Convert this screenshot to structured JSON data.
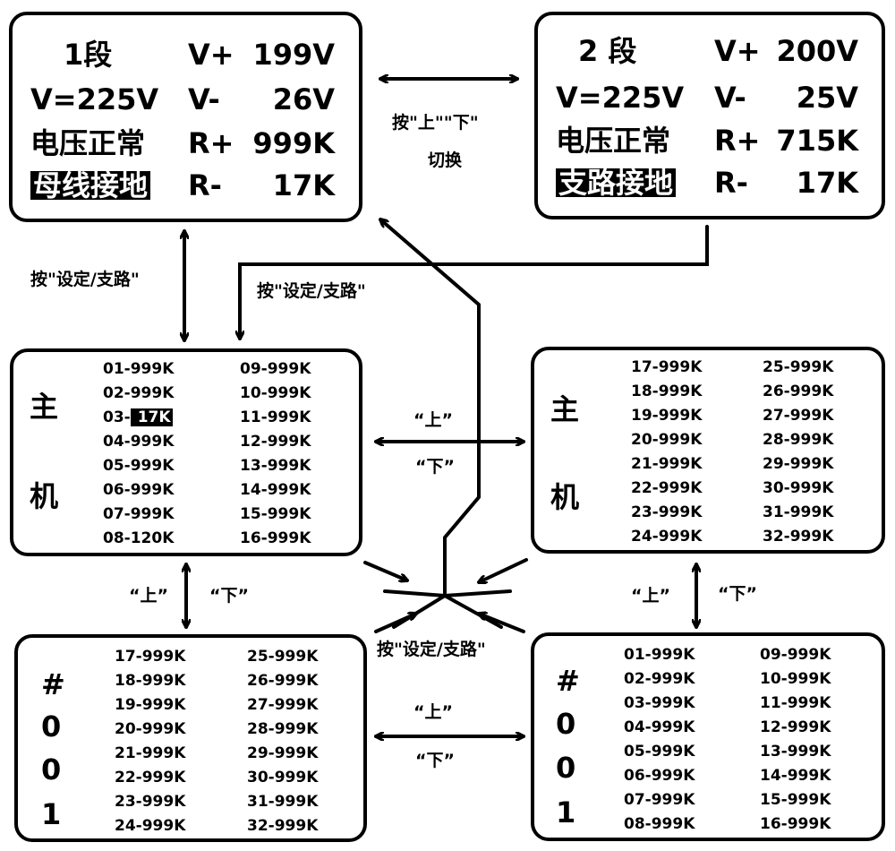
{
  "status_left": {
    "segment": "1段",
    "voltage": "V=225V",
    "state": "电压正常",
    "ground": "母线接地",
    "labels": [
      "V+",
      "V-",
      "R+",
      "R-"
    ],
    "values": [
      "199V",
      "26V",
      "999K",
      "17K"
    ]
  },
  "status_right": {
    "segment": "2 段",
    "voltage": "V=225V",
    "state": "电压正常",
    "ground": "支路接地",
    "labels": [
      "V+",
      "V-",
      "R+",
      "R-"
    ],
    "values": [
      "200V",
      "25V",
      "715K",
      "17K"
    ]
  },
  "host_left": {
    "side": [
      "主",
      "机"
    ],
    "col1": [
      "01-999K",
      "02-999K",
      "03-",
      "04-999K",
      "05-999K",
      "06-999K",
      "07-999K",
      "08-120K"
    ],
    "highlight": "17K",
    "col2": [
      "09-999K",
      "10-999K",
      "11-999K",
      "12-999K",
      "13-999K",
      "14-999K",
      "15-999K",
      "16-999K"
    ]
  },
  "host_right": {
    "side": [
      "主",
      "机"
    ],
    "col1": [
      "17-999K",
      "18-999K",
      "19-999K",
      "20-999K",
      "21-999K",
      "22-999K",
      "23-999K",
      "24-999K"
    ],
    "col2": [
      "25-999K",
      "26-999K",
      "27-999K",
      "28-999K",
      "29-999K",
      "30-999K",
      "31-999K",
      "32-999K"
    ]
  },
  "node_left": {
    "side": [
      "#",
      "0",
      "0",
      "1"
    ],
    "col1": [
      "17-999K",
      "18-999K",
      "19-999K",
      "20-999K",
      "21-999K",
      "22-999K",
      "23-999K",
      "24-999K"
    ],
    "col2": [
      "25-999K",
      "26-999K",
      "27-999K",
      "28-999K",
      "29-999K",
      "30-999K",
      "31-999K",
      "32-999K"
    ]
  },
  "node_right": {
    "side": [
      "#",
      "0",
      "0",
      "1"
    ],
    "col1": [
      "01-999K",
      "02-999K",
      "03-999K",
      "04-999K",
      "05-999K",
      "06-999K",
      "07-999K",
      "08-999K"
    ],
    "col2": [
      "09-999K",
      "10-999K",
      "11-999K",
      "12-999K",
      "13-999K",
      "14-999K",
      "15-999K",
      "16-999K"
    ]
  },
  "labels": {
    "switch_line1": "按\"上\"\"下\"",
    "switch_line2": "切换",
    "set_branch_left": "按\"设定/支路\"",
    "set_branch_mid": "按\"设定/支路\"",
    "set_branch_bottom": "按\"设定/支路\"",
    "up": "“上”",
    "down": "“下”"
  }
}
